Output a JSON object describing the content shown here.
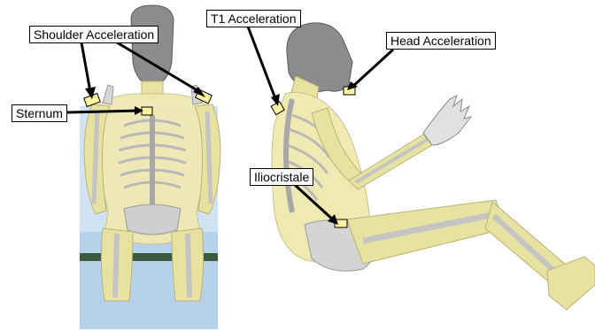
{
  "labels": {
    "shoulder": "Shoulder Acceleration",
    "sternum": "Sternum",
    "t1": "T1 Acceleration",
    "head": "Head Acceleration",
    "iliocristale": "Iliocristale"
  },
  "colors": {
    "sensor_fill": "#fff5a0",
    "flesh": "#e8e2a0",
    "bone": "#c8c8c8",
    "head": "#8a8a8a",
    "seat_panel": "#bcd8ee",
    "seat_stripe": "#3e5a3e",
    "leader": "#000000"
  }
}
